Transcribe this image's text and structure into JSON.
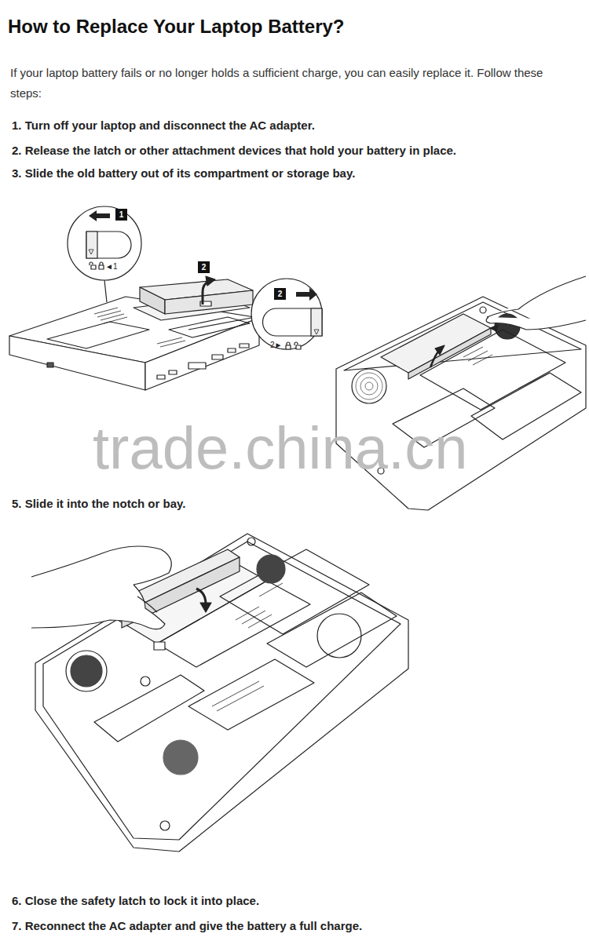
{
  "diagram": {
    "title": "How to Replace Your Laptop Battery?",
    "nodes": [
      {
        "text": [
          "1"
        ]
      },
      {
        "text": [
          "2"
        ]
      },
      {
        "text": [
          "2"
        ]
      }
    ],
    "edges": [],
    "labels": [
      "If your laptop battery fails or no longer holds a sufficient charge, you can easily replace it. Follow these steps:",
      "1. Turn off your laptop and disconnect the AC adapter.",
      "2. Release the latch or other attachment devices that hold your battery in place.",
      "3. Slide the old battery out of its compartment or storage bay.",
      "◄1",
      "2►",
      "trade.china.cn",
      "5. Slide it into the notch or bay.",
      "6. Close the safety latch to lock it into place.",
      "7. Reconnect the AC adapter and give the battery a full charge."
    ]
  }
}
